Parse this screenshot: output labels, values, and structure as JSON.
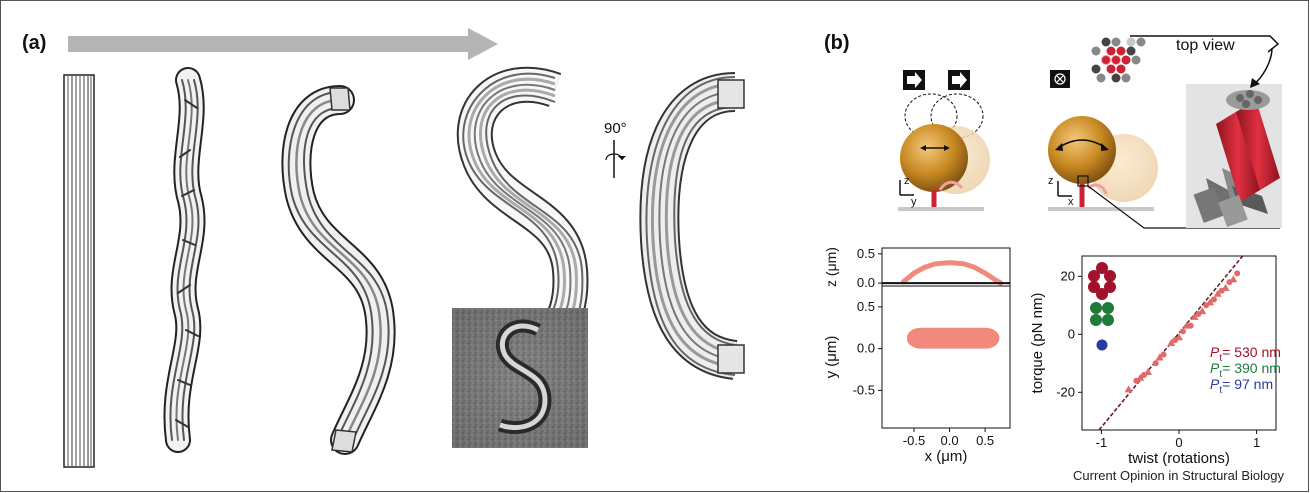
{
  "panels": {
    "a_label": "(a)",
    "b_label": "(b)"
  },
  "rotation_label": "90°",
  "axes_small": {
    "z": "z",
    "y": "y",
    "x": "x"
  },
  "top_view_label": "top view",
  "credit": "Current Opinion in Structural Biology",
  "colors": {
    "arrow_gray": "#b4b4b4",
    "rod_red": "#cc2233",
    "trace_red": "#ee7466",
    "bead_gold": "#b07a1f",
    "series_red": "#a3122a",
    "series_green": "#1e7b3a",
    "series_blue": "#2b3a9e"
  },
  "chart_data": [
    {
      "type": "scatter",
      "name": "bead trajectory",
      "xlabel": "x (μm)",
      "top_ylabel": "z (μm)",
      "bottom_ylabel": "y (μm)",
      "xticks": [
        "-0.5",
        "0.0",
        "0.5"
      ],
      "xtick_values": [
        -0.5,
        0.0,
        0.5
      ],
      "top_yticks": [
        "0.5",
        "0.0"
      ],
      "top_ytick_values": [
        0.5,
        0.0
      ],
      "bottom_yticks": [
        "0.5",
        "0.0",
        "-0.5"
      ],
      "bottom_ytick_values": [
        0.5,
        0.0,
        -0.5
      ],
      "xlim": [
        -0.95,
        0.85
      ],
      "top_ylim": [
        -0.05,
        0.6
      ],
      "bottom_ylim": [
        -0.95,
        0.75
      ],
      "trace_xz": [
        [
          -0.65,
          0.02
        ],
        [
          -0.5,
          0.17
        ],
        [
          -0.35,
          0.27
        ],
        [
          -0.2,
          0.33
        ],
        [
          0.0,
          0.35
        ],
        [
          0.2,
          0.33
        ],
        [
          0.35,
          0.27
        ],
        [
          0.5,
          0.17
        ],
        [
          0.65,
          0.05
        ],
        [
          0.72,
          0.0
        ]
      ],
      "trace_xy_extent": {
        "x": [
          -0.6,
          0.7
        ],
        "y": [
          0.0,
          0.25
        ]
      }
    },
    {
      "type": "scatter",
      "name": "torque vs twist",
      "xlabel": "twist (rotations)",
      "ylabel": "torque (pN nm)",
      "xticks": [
        "-1",
        "0",
        "1"
      ],
      "xtick_values": [
        -1,
        0,
        1
      ],
      "yticks": [
        "20",
        "0",
        "-20"
      ],
      "ytick_values": [
        20,
        0,
        -20
      ],
      "xlim": [
        -1.25,
        1.25
      ],
      "ylim": [
        -33,
        27
      ],
      "fit_line": [
        [
          -1.03,
          -33
        ],
        [
          0.82,
          27
        ]
      ],
      "points": [
        [
          -0.65,
          -19
        ],
        [
          -0.55,
          -16
        ],
        [
          -0.5,
          -15
        ],
        [
          -0.45,
          -14
        ],
        [
          -0.4,
          -13
        ],
        [
          -0.3,
          -10
        ],
        [
          -0.25,
          -8
        ],
        [
          -0.2,
          -7
        ],
        [
          -0.1,
          -3
        ],
        [
          -0.05,
          -2
        ],
        [
          0.0,
          -1
        ],
        [
          0.05,
          1
        ],
        [
          0.1,
          3
        ],
        [
          0.15,
          3
        ],
        [
          0.2,
          6
        ],
        [
          0.25,
          7
        ],
        [
          0.3,
          8
        ],
        [
          0.35,
          10
        ],
        [
          0.4,
          11
        ],
        [
          0.45,
          12
        ],
        [
          0.5,
          14
        ],
        [
          0.55,
          15
        ],
        [
          0.6,
          16
        ],
        [
          0.65,
          18
        ],
        [
          0.7,
          19
        ],
        [
          0.75,
          21
        ]
      ],
      "legend": [
        {
          "label_main": "P",
          "label_sub": "t",
          "label_rest": "= 530 nm",
          "color": "#a3122a"
        },
        {
          "label_main": "P",
          "label_sub": "t",
          "label_rest": "= 390 nm",
          "color": "#1e7b3a"
        },
        {
          "label_main": "P",
          "label_sub": "t",
          "label_rest": "=   97 nm",
          "color": "#2b3a9e"
        }
      ]
    }
  ]
}
